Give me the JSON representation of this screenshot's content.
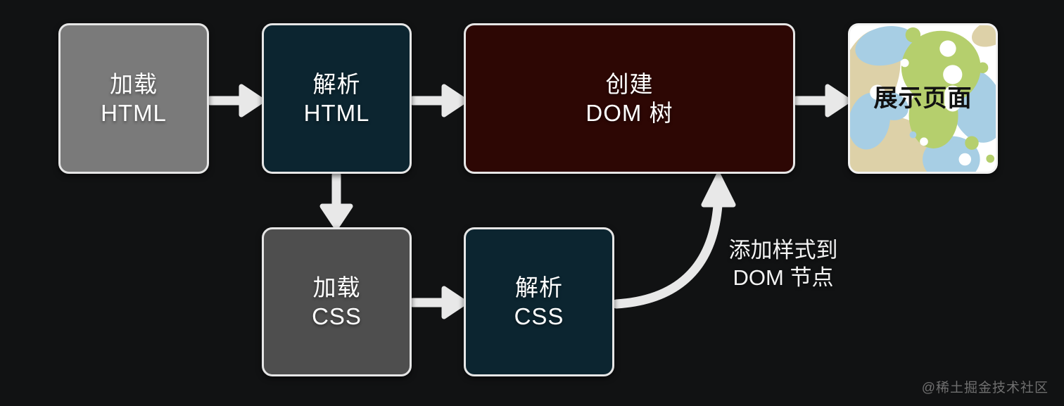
{
  "diagram": {
    "description": "browser-rendering-flowchart",
    "nodes": {
      "load_html": {
        "line1": "加载",
        "line2": "HTML",
        "bg": "#7a7a7a"
      },
      "parse_html": {
        "line1": "解析",
        "line2": "HTML",
        "bg": "#0c2530"
      },
      "create_dom": {
        "line1": "创建",
        "line2": "DOM 树",
        "bg": "#2d0704"
      },
      "display_page": {
        "label": "展示页面",
        "pattern_colors": {
          "base": "#ffffff",
          "green": "#b5cf6d",
          "blue": "#a7cee4",
          "tan": "#ddd1a8"
        }
      },
      "load_css": {
        "line1": "加载",
        "line2": "CSS",
        "bg": "#4e4e4e"
      },
      "parse_css": {
        "line1": "解析",
        "line2": "CSS",
        "bg": "#0c2530"
      }
    },
    "edges": [
      {
        "from": "load_html",
        "to": "parse_html"
      },
      {
        "from": "parse_html",
        "to": "create_dom"
      },
      {
        "from": "create_dom",
        "to": "display_page"
      },
      {
        "from": "parse_html",
        "to": "load_css"
      },
      {
        "from": "load_css",
        "to": "parse_css"
      },
      {
        "from": "parse_css",
        "to": "create_dom",
        "label": "添加样式到 DOM 节点"
      }
    ],
    "annotation": {
      "line1": "添加样式到",
      "line2": "DOM 节点"
    },
    "colors": {
      "background": "#111213",
      "arrow": "#e8e8e8",
      "node_border": "#e6e6e6",
      "node_text": "#ffffff"
    }
  },
  "watermark": {
    "text": "@稀土掘金技术社区",
    "color": "#6f6f6f"
  }
}
